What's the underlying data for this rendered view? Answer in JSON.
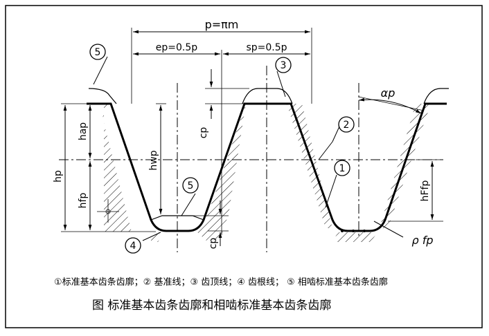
{
  "diagram": {
    "labels": {
      "p": "p=πm",
      "ep": "ep=0.5p",
      "sp": "sp=0.5p",
      "hp": "hp",
      "hap": "hap",
      "hfp": "hfp",
      "hwp": "hwp",
      "cp_top": "cp",
      "cp_bottom": "cp",
      "hffp": "hFfp",
      "alpha": "αp",
      "rho": "ρ fp"
    },
    "markers": [
      "1",
      "2",
      "3",
      "4",
      "5"
    ],
    "legend": "①标准基本齿条齿廓；② 基准线；③ 齿顶线；④ 齿根线； ⑤ 相啮标准基本齿条齿廓",
    "caption": "图    标准基本齿条齿廓和相啮标准基本齿条齿廓"
  }
}
